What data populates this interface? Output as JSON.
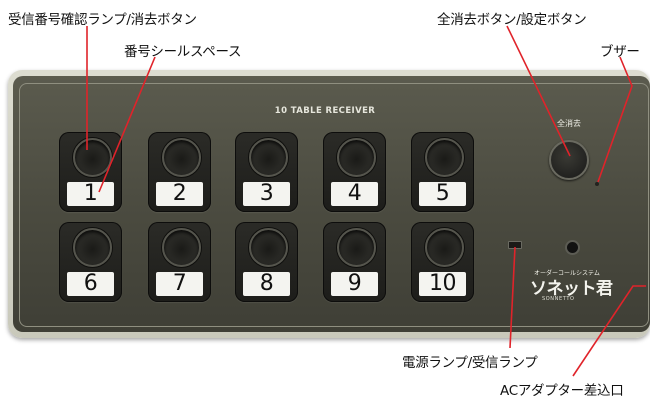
{
  "callouts": {
    "lamp_clear": "受信番号確認ランプ/消去ボタン",
    "number_seal": "番号シールスペース",
    "all_clear_setting": "全消去ボタン/設定ボタン",
    "buzzer": "ブザー",
    "power_lamp": "電源ランプ/受信ランプ",
    "ac_adapter": "ACアダプター差込口"
  },
  "panel": {
    "title": "10 TABLE RECEIVER",
    "clear_label": "全消去"
  },
  "buttons": [
    "1",
    "2",
    "3",
    "4",
    "5",
    "6",
    "7",
    "8",
    "9",
    "10"
  ],
  "logo": {
    "tagline": "オーダーコールシステム",
    "name": "ソネット君",
    "sub": "SONNETTO"
  },
  "colors": {
    "leader_line": "#e0232a",
    "panel": "#4f4f44"
  }
}
